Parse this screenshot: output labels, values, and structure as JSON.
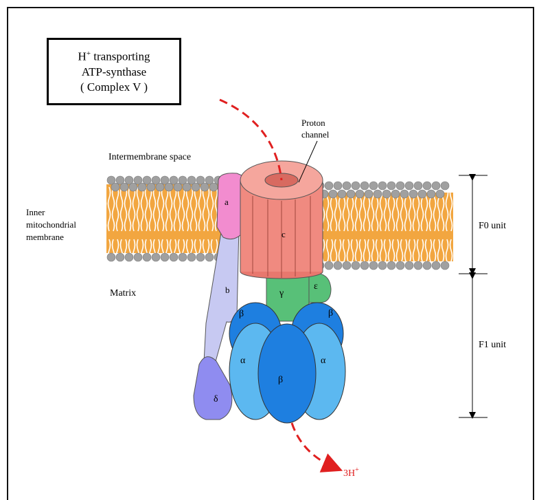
{
  "title": {
    "line1_prefix": "H",
    "line1_sup": "+",
    "line1_suffix": " transporting",
    "line2": "ATP-synthase",
    "line3": "( Complex V )"
  },
  "labels": {
    "proton_channel_line1": "Proton",
    "proton_channel_line2": "channel",
    "intermembrane_space": "Intermembrane space",
    "inner_membrane_line1": "Inner",
    "inner_membrane_line2": "mitochondrial",
    "inner_membrane_line3": "membrane",
    "matrix": "Matrix",
    "f0_unit": "F0 unit",
    "f1_unit": "F1 unit"
  },
  "subunits": {
    "a": "a",
    "b": "b",
    "c": "c",
    "gamma": "γ",
    "epsilon": "ε",
    "delta": "δ",
    "alpha": "α",
    "beta": "β"
  },
  "proton_output": {
    "text": "3H",
    "sup": "+"
  },
  "colors": {
    "membrane_lipid_tail": "#f2a640",
    "membrane_head": "#a0a0a0",
    "c_ring": "#f08a80",
    "a_subunit": "#f28ccf",
    "b_subunit": "#c7c9f2",
    "delta_subunit": "#8f8cf0",
    "gamma_subunit": "#58c078",
    "alpha_beta_light": "#5cb8f0",
    "beta_center": "#1e7fe0",
    "proton_arrow": "#e02020"
  }
}
